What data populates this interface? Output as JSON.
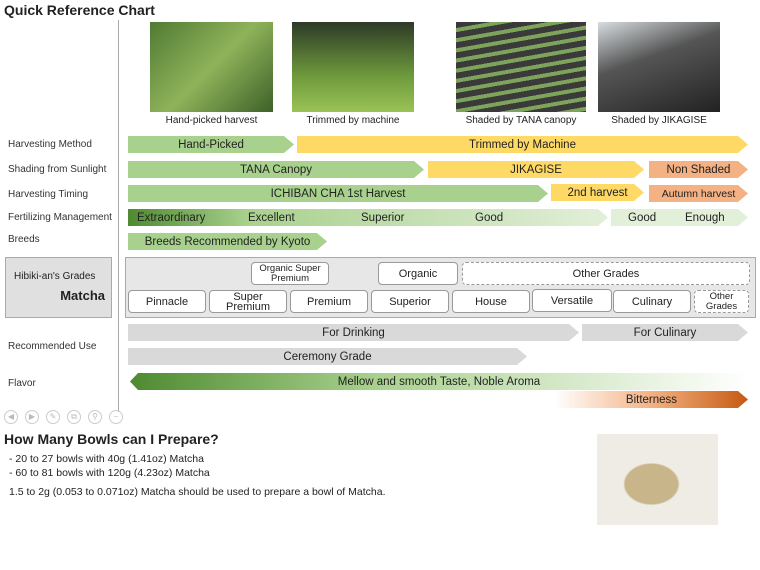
{
  "title": "Quick Reference Chart",
  "photos": [
    {
      "caption": "Hand-picked harvest"
    },
    {
      "caption": "Trimmed by machine"
    },
    {
      "caption": "Shaded by TANA canopy"
    },
    {
      "caption": "Shaded by JIKAGISE"
    }
  ],
  "rows": {
    "harvesting_method": {
      "label": "Harvesting Method",
      "a": "Hand-Picked",
      "b": "Trimmed by Machine"
    },
    "shading": {
      "label": "Shading from Sunlight",
      "a": "TANA Canopy",
      "b": "JIKAGISE",
      "c": "Non Shaded"
    },
    "timing": {
      "label": "Harvesting Timing",
      "a": "ICHIBAN CHA 1st Harvest",
      "b": "2nd harvest",
      "c": "Autumn harvest"
    },
    "fertilizing": {
      "label": "Fertilizing Management",
      "a": "Extraordinary",
      "b": "Excellent",
      "c": "Superior",
      "d": "Good",
      "e": "Good",
      "f": "Enough"
    },
    "breeds": {
      "label": "Breeds",
      "a": "Breeds Recommended by Kyoto"
    }
  },
  "grades": {
    "label": "Hibiki-an's Grades",
    "product": "Matcha",
    "top": [
      "Organic Super Premium",
      "Organic",
      "Other Grades"
    ],
    "bottom": [
      "Pinnacle",
      "Super Premium",
      "Premium",
      "Superior",
      "House",
      "Versatile",
      "Culinary",
      "Other Grades"
    ]
  },
  "use": {
    "label": "Recommended Use",
    "drinking": "For Drinking",
    "culinary": "For Culinary",
    "ceremony": "Ceremony Grade"
  },
  "flavor": {
    "label": "Flavor",
    "mellow": "Mellow and smooth Taste, Noble Aroma",
    "bitter": "Bitterness"
  },
  "bowls": {
    "heading": "How Many Bowls can I Prepare?",
    "line1": "- 20 to 27 bowls with 40g (1.41oz) Matcha",
    "line2": "- 60 to 81 bowls with 120g (4.23oz) Matcha",
    "note": "1.5 to 2g (0.053 to 0.071oz) Matcha should be used to prepare a bowl of Matcha."
  }
}
